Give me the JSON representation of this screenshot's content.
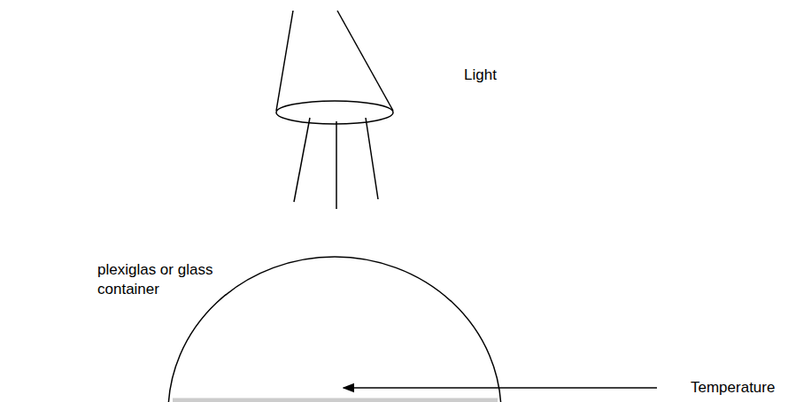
{
  "diagram": {
    "labels": [
      "Light",
      "plexiglas or glass container",
      "Temperature"
    ]
  }
}
